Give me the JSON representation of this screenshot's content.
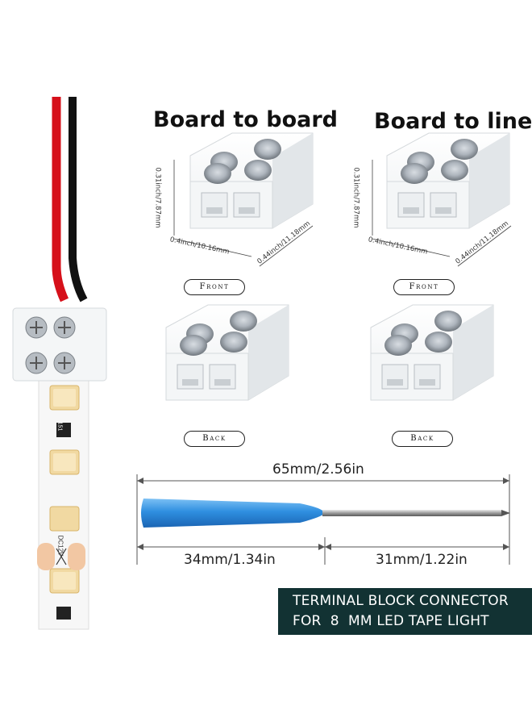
{
  "headings": {
    "board_to_board": "Board to board",
    "board_to_line": "Board to line"
  },
  "dimensions": {
    "height": "0.31inch/7.87mm",
    "width": "0.4inch/10.16mm",
    "depth": "0.44inch/11.18mm"
  },
  "views": {
    "front": "Front",
    "back": "Back"
  },
  "screwdriver": {
    "total": "65mm/2.56in",
    "handle": "34mm/1.34in",
    "shaft": "31mm/1.22in",
    "handle_color": "#2f8fe0"
  },
  "banner": {
    "line1": "TERMINAL BLOCK CONNECTOR",
    "line2": "FOR  8  MM LED TAPE LIGHT",
    "background": "#123233"
  },
  "strip": {
    "chip_label": "DC12V",
    "resistor_label": "151",
    "wire_colors": [
      "#d6101a",
      "#111111"
    ]
  }
}
